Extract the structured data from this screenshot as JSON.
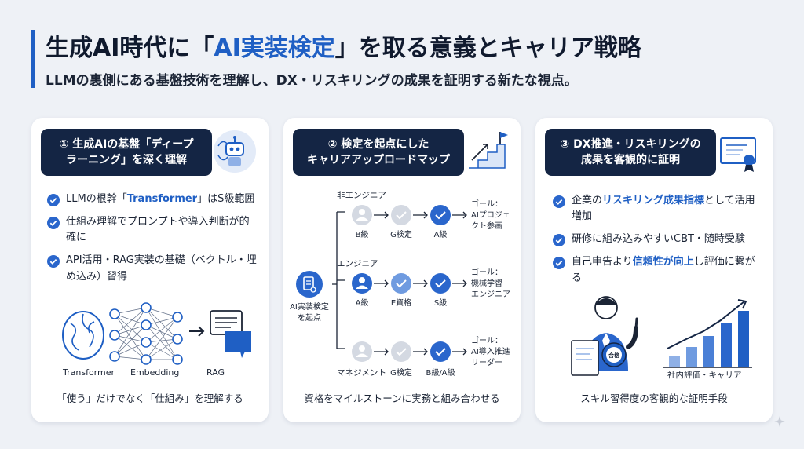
{
  "header": {
    "title_pre": "生成AI時代に「",
    "title_highlight": "AI実装検定",
    "title_post": "」を取る意義とキャリア戦略",
    "subtitle": "LLMの裏側にある基盤技術を理解し、DX・リスキリングの成果を証明する新たな視点。"
  },
  "cards": [
    {
      "heading_line1": "① 生成AIの基盤「ディープ",
      "heading_line2": "ラーニング」を深く理解",
      "icon": "robot-icon",
      "checks": [
        {
          "pre": "LLMの根幹「",
          "hl": "Transformer",
          "post": "」はS級範囲"
        },
        {
          "pre": "仕組み理解でプロンプトや導入判断が的確に",
          "hl": "",
          "post": ""
        },
        {
          "pre": "API活用・RAG実装の基礎（ベクトル・埋め込み）習得",
          "hl": "",
          "post": ""
        }
      ],
      "diagram_labels": [
        "Transformer",
        "Embedding",
        "RAG"
      ],
      "footer": "「使う」だけでなく「仕組み」を理解する"
    },
    {
      "heading_line1": "② 検定を起点にした",
      "heading_line2": "キャリアアップロードマップ",
      "icon": "stairs-flag-icon",
      "start_label_1": "AI実装検定",
      "start_label_2": "を起点",
      "tracks": [
        {
          "name": "非エンジニア",
          "steps": [
            "B級",
            "G検定",
            "A級"
          ],
          "goal_lines": [
            "ゴール：",
            "AIプロジェ",
            "クト参画"
          ]
        },
        {
          "name": "エンジニア",
          "steps": [
            "A級",
            "E資格",
            "S級"
          ],
          "goal_lines": [
            "ゴール：",
            "機械学習",
            "エンジニア"
          ]
        },
        {
          "name": "マネジメント",
          "steps": [
            "",
            "G検定",
            "B級/A級"
          ],
          "goal_lines": [
            "ゴール：",
            "AI導入推進",
            "リーダー"
          ]
        }
      ],
      "footer": "資格をマイルストーンに実務と組み合わせる"
    },
    {
      "heading_line1": "③ DX推進・リスキリングの",
      "heading_line2": "成果を客観的に証明",
      "icon": "certificate-icon",
      "checks": [
        {
          "pre": "企業の",
          "hl": "リスキリング成果指標",
          "post": "として活用増加"
        },
        {
          "pre": "研修に組み込みやすいCBT・随時受験",
          "hl": "",
          "post": ""
        },
        {
          "pre": "自己申告より",
          "hl": "信頼性が向上",
          "post": "し評価に繋がる"
        }
      ],
      "badge_text": "合格",
      "illus_caption": "社内評価・キャリア",
      "footer": "スキル習得度の客観的な証明手段"
    }
  ],
  "colors": {
    "accent": "#1f5fc4",
    "navy": "#142544",
    "check_blue": "#2a66cc",
    "muted_gray": "#c9ced8"
  }
}
